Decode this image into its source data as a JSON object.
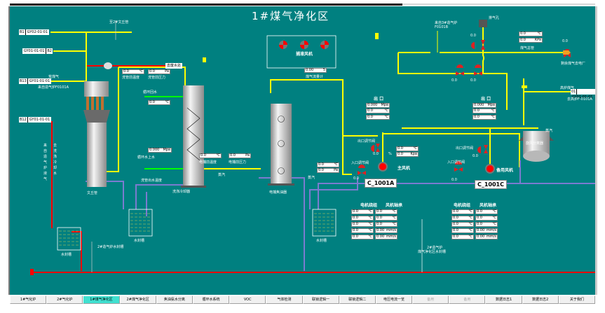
{
  "title": "1#煤气净化区",
  "colors": {
    "background": "#008080",
    "gas_pipe": "#ffff00",
    "water_pipe": "#ff0000",
    "return_pipe": "#7b7bd0",
    "steam_pipe": "#00ff00",
    "active_tab": "#40e0d0"
  },
  "blower_group": {
    "label": "捕液风机",
    "count": 3
  },
  "sources": [
    {
      "code": "B1",
      "id": "GY02-01-01"
    },
    {
      "code": "B2",
      "id": "GY01-01-01"
    },
    {
      "code": "B13",
      "id": "GY01-01-01",
      "label": "荒煤气",
      "sub": "来自造气炉F0101A"
    },
    {
      "code": "B12",
      "id": "GY01-01-01"
    }
  ],
  "labels": {
    "to_2_blower": "至2#文丘管",
    "wastewater": "去废水处",
    "venturi": "文丘管",
    "wash_cooler": "洗涤冷却器",
    "precipitator": "电捕焦油器",
    "cycle_water_return": "循环回水",
    "cycle_water_supply": "循环水上水",
    "cool_out_temp": "洗管出水温度",
    "pre_temp": "洗管前温度",
    "pre_press": "洗管前压力",
    "ep_pre_temp": "电捕前温度",
    "ep_pre_press": "电捕前压力",
    "steam": "蒸汽",
    "water_seal": "水封槽",
    "water_seal2": "水封槽",
    "water_seal3": "水封槽",
    "water_seal_note": "2#造气炉水封槽",
    "vert_left": "来自造气炉液气",
    "vert_left2": "去洗涤冷却水",
    "gas_flow": "煤气流量计",
    "outlet_valve": "出口调节阀",
    "inlet_valve": "入口调节阀",
    "outlet_valve2": "出口调节阀",
    "inlet_valve2": "入口调节阀",
    "main_fan": "主风机",
    "backup_fan": "备用风机",
    "main_fan_id": "C_1001A",
    "backup_fan_id": "C_1001C",
    "exhaust": "排气孔",
    "gas_main": "煤气总管",
    "to_power": "剩余煤气去电厂",
    "furnace_gas": "高炉煤气",
    "to_furnace": "去高炉F-0101A",
    "from_3_furnace": "来自3#造气炉",
    "from_3_id": "F0101B",
    "separator": "旋风分离器",
    "steam2": "蒸汽",
    "seal_note2a": "2#造气炉",
    "seal_note2b": "煤气净化区水封槽",
    "outlet1": "出 口",
    "outlet2": "出 口",
    "motor_temp": "电机绕组",
    "fan_bearing": "风机轴承",
    "motor_temp2": "电机绕组",
    "fan_bearing2": "风机轴承"
  },
  "fields": {
    "pre_temp": {
      "v": "0.0",
      "u": "℃"
    },
    "pre_press": {
      "v": "0.0",
      "u": "Pa"
    },
    "cool_water_temp": {
      "v": "0.0",
      "u": "℃"
    },
    "supply_press": {
      "v": "0.000",
      "u": "Mpa"
    },
    "ep_temp": {
      "v": "0.0",
      "u": "℃"
    },
    "ep_press": {
      "v": "0.0",
      "u": "Pa"
    },
    "gas_flow": {
      "v": "0.00",
      "u": "5"
    },
    "sep_out_temp": {
      "v": "0.0",
      "u": "℃"
    },
    "sep_out_press": {
      "v": "0.0",
      "u": "Pa"
    },
    "main_out_press": {
      "v": "0.000",
      "u": "Mpa"
    },
    "main_out_t1": {
      "v": "0.0",
      "u": "℃"
    },
    "main_out_t2": {
      "v": "0.0",
      "u": "℃"
    },
    "main_valve_t": {
      "v": "0.0",
      "u": "℃"
    },
    "main_valve_p": {
      "v": "0.0",
      "u": "Kpa"
    },
    "backup_out_press": {
      "v": "0.000",
      "u": "Mpa"
    },
    "backup_out_t1": {
      "v": "0.0",
      "u": "℃"
    },
    "backup_out_t2": {
      "v": "0.0",
      "u": "℃"
    },
    "header_t": {
      "v": "0.0",
      "u": "℃"
    },
    "header_p": {
      "v": "0.0",
      "u": "KPa"
    }
  },
  "valve_percents": {
    "exhaust": "0.0",
    "power": "0.0",
    "v1": "0.0",
    "v2": "0.0",
    "main_out": "0.0",
    "main_in": "0.0",
    "backup_out": "0.0",
    "backup_in": "0.0",
    "pct": "%"
  },
  "fan_tables": [
    {
      "rows": [
        [
          "0.0",
          "℃",
          "0.0",
          "℃"
        ],
        [
          "0.0",
          "℃",
          "0.0",
          "℃"
        ],
        [
          "0.0",
          "℃",
          "0.0",
          "℃"
        ],
        [
          "0.0",
          "℃",
          "0.00",
          "mm/s"
        ],
        [
          "0.0",
          "℃",
          "0.00",
          "mm/s"
        ]
      ]
    },
    {
      "rows": [
        [
          "0.0",
          "℃",
          "0.0",
          "℃"
        ],
        [
          "0.0",
          "℃",
          "0.0",
          "℃"
        ],
        [
          "0.0",
          "℃",
          "0.0",
          "℃"
        ],
        [
          "0.0",
          "℃",
          "0.00",
          "mm/s"
        ],
        [
          "0.0",
          "℃",
          "0.00",
          "mm/s"
        ]
      ]
    }
  ],
  "tabs": [
    {
      "label": "1#气化炉",
      "state": "normal"
    },
    {
      "label": "2#气化炉",
      "state": "normal"
    },
    {
      "label": "1#煤气净化区",
      "state": "active"
    },
    {
      "label": "2#煤气净化区",
      "state": "normal"
    },
    {
      "label": "焦油氨水分离",
      "state": "normal"
    },
    {
      "label": "循环水系统",
      "state": "normal"
    },
    {
      "label": "VOC",
      "state": "normal"
    },
    {
      "label": "气体检测",
      "state": "normal"
    },
    {
      "label": "联锁逻辑一",
      "state": "normal"
    },
    {
      "label": "联锁逻辑二",
      "state": "normal"
    },
    {
      "label": "电压电流一览",
      "state": "normal"
    },
    {
      "label": "备用",
      "state": "disabled"
    },
    {
      "label": "备用",
      "state": "disabled"
    },
    {
      "label": "数据日志1",
      "state": "normal"
    },
    {
      "label": "数据日志2",
      "state": "normal"
    },
    {
      "label": "关于我们",
      "state": "normal"
    }
  ]
}
